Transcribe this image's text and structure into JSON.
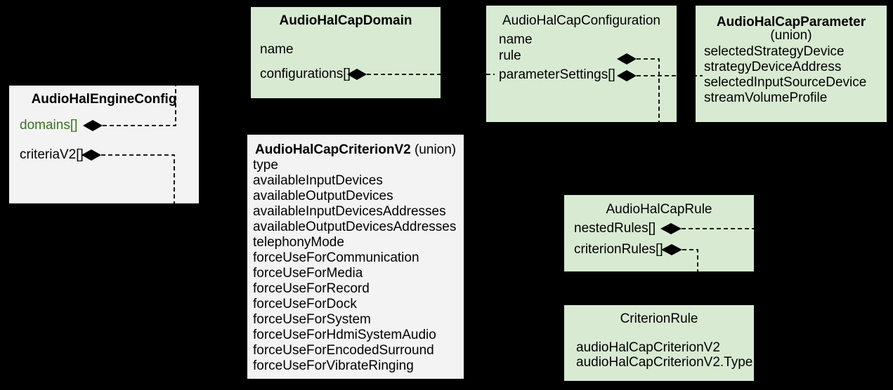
{
  "colors": {
    "background": "#000000",
    "green_box": "#d9ead3",
    "gray_box": "#f3f3f3",
    "green_text": "#38761d",
    "line_and_diamond": "#000000"
  },
  "icons": {
    "composition_diamond": "◆"
  },
  "boxes": {
    "engine": {
      "title": "AudioHalEngineConfig",
      "fields": [
        "domains[]",
        "criteriaV2[]"
      ]
    },
    "domain": {
      "title": "AudioHalCapDomain",
      "fields": [
        "name",
        "configurations[]"
      ]
    },
    "configuration": {
      "title": "AudioHalCapConfiguration",
      "fields": [
        "name",
        "rule",
        "parameterSettings[]"
      ]
    },
    "parameter": {
      "title": "AudioHalCapParameter",
      "subtitle": "(union)",
      "fields": [
        "selectedStrategyDevice",
        "strategyDeviceAddress",
        "selectedInputSourceDevice",
        "streamVolumeProfile"
      ]
    },
    "criterion": {
      "title": "AudioHalCapCriterionV2",
      "title_suffix": " (union)",
      "fields": [
        "type",
        "availableInputDevices",
        "availableOutputDevices",
        "availableInputDevicesAddresses",
        "availableOutputDevicesAddresses",
        "telephonyMode",
        "forceUseForCommunication",
        "forceUseForMedia",
        "forceUseForRecord",
        "forceUseForDock",
        "forceUseForSystem",
        "forceUseForHdmiSystemAudio",
        "forceUseForEncodedSurround",
        "forceUseForVibrateRinging"
      ]
    },
    "rule": {
      "title": "AudioHalCapRule",
      "fields": [
        "nestedRules[]",
        "criterionRules[]"
      ]
    },
    "criterion_rule": {
      "title": "CriterionRule",
      "fields": [
        "audioHalCapCriterionV2",
        "audioHalCapCriterionV2.Type"
      ]
    }
  },
  "connections": [
    {
      "from": "AudioHalEngineConfig.domains[]",
      "to": "AudioHalCapDomain",
      "type": "composition-dashed"
    },
    {
      "from": "AudioHalEngineConfig.criteriaV2[]",
      "to": "AudioHalCapCriterionV2",
      "type": "composition-dashed"
    },
    {
      "from": "AudioHalCapDomain.configurations[]",
      "to": "AudioHalCapConfiguration",
      "type": "composition-dashed"
    },
    {
      "from": "AudioHalCapConfiguration.rule",
      "to": "AudioHalCapRule",
      "type": "composition-dashed"
    },
    {
      "from": "AudioHalCapConfiguration.parameterSettings[]",
      "to": "AudioHalCapParameter",
      "type": "composition-dashed"
    },
    {
      "from": "AudioHalCapRule.nestedRules[]",
      "to": "AudioHalCapRule",
      "type": "composition-dashed"
    },
    {
      "from": "AudioHalCapRule.criterionRules[]",
      "to": "CriterionRule",
      "type": "composition-dashed"
    }
  ]
}
